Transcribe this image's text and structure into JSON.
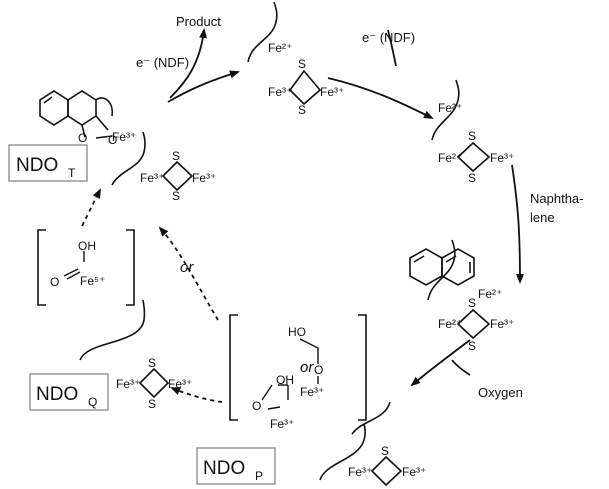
{
  "colors": {
    "ink": "#111111",
    "background": "#ffffff",
    "box_border": "#888888"
  },
  "labels": {
    "product": "Product",
    "e_ndf": "e⁻ (NDF)",
    "naphthalene_l1": "Naphtha-",
    "naphthalene_l2": "lene",
    "oxygen": "Oxygen",
    "or": "or"
  },
  "ions": {
    "fe2": "Fe²⁺",
    "fe3": "Fe³⁺",
    "fe5": "Fe⁵⁺",
    "s": "S",
    "o": "O",
    "oh": "OH",
    "ho": "HO"
  },
  "states": {
    "ndo_t": {
      "main": "NDO",
      "sub": "T"
    },
    "ndo_q": {
      "main": "NDO",
      "sub": "Q"
    },
    "ndo_p": {
      "main": "NDO",
      "sub": "P"
    }
  }
}
